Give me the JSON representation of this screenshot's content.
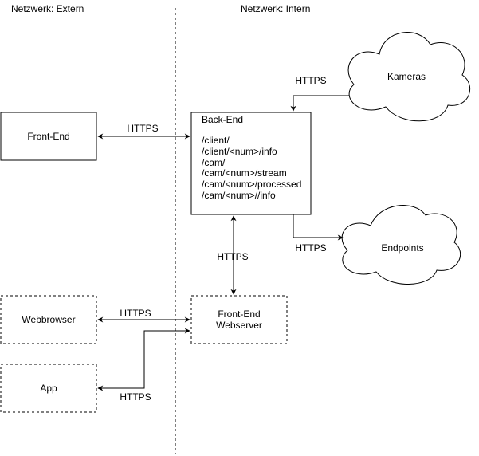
{
  "zones": {
    "extern_label": "Netzwerk: Extern",
    "intern_label": "Netzwerk: Intern"
  },
  "nodes": {
    "frontend": {
      "label": "Front-End"
    },
    "backend": {
      "title": "Back-End",
      "routes": [
        "/client/",
        "/client/<num>/info",
        "/cam/",
        "/cam/<num>/stream",
        "/cam/<num>/processed",
        "/cam/<num>//info"
      ]
    },
    "kameras": {
      "label": "Kameras"
    },
    "endpoints": {
      "label": "Endpoints"
    },
    "webbrowser": {
      "label": "Webbrowser"
    },
    "frontend_webserver": {
      "line1": "Front-End",
      "line2": "Webserver"
    },
    "app": {
      "label": "App"
    }
  },
  "edges": {
    "frontend_backend": "HTTPS",
    "kameras_backend": "HTTPS",
    "backend_endpoints": "HTTPS",
    "backend_webserver": "HTTPS",
    "webbrowser_webserver": "HTTPS",
    "app_webserver": "HTTPS"
  },
  "colors": {
    "stroke": "#000000",
    "fill": "#ffffff"
  }
}
